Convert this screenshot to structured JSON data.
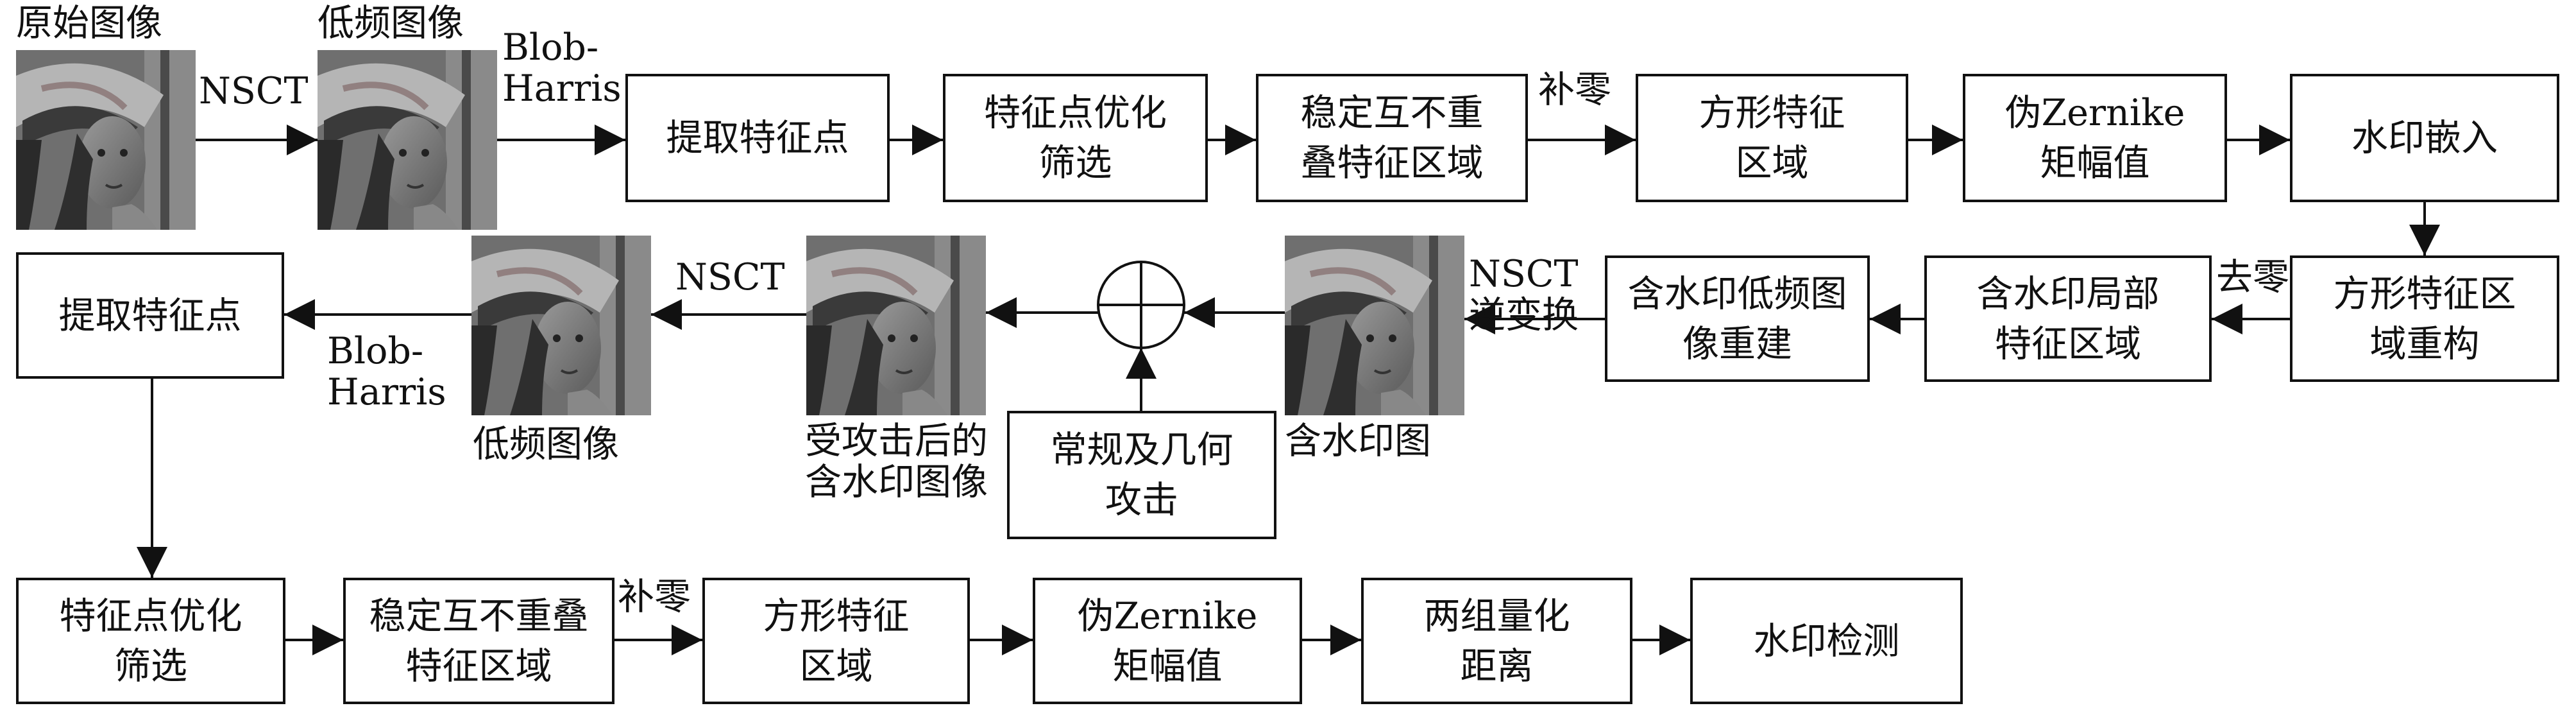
{
  "nodes": {
    "orig_caption": "原始图像",
    "low_caption_top": "低频图像",
    "extract1": "提取特征点",
    "optimize1": "特征点优化\n筛选",
    "stable1": "稳定互不重\n叠特征区域",
    "square1": "方形特征\n区域",
    "zernike1": "伪Zernike\n矩幅值",
    "embed": "水印嵌入",
    "reconstruct": "方形特征区\n域重构",
    "local_region": "含水印局部\n特征区域",
    "low_rebuild": "含水印低频图\n像重建",
    "wm_caption": "含水印图",
    "attack": "常规及几何\n攻击",
    "attacked_caption": "受攻击后的\n含水印图像",
    "low_caption_mid": "低频图像",
    "extract2": "提取特征点",
    "optimize2": "特征点优化\n筛选",
    "stable2": "稳定互不重叠\n特征区域",
    "square2": "方形特征\n区域",
    "zernike2": "伪Zernike\n矩幅值",
    "quant": "两组量化\n距离",
    "detect": "水印检测"
  },
  "edges": {
    "nsct_1": "NSCT",
    "blob_harris_1": "Blob-\nHarris",
    "pad_zero_1": "补零",
    "remove_zero": "去零",
    "nsct_inverse": "NSCT\n逆变换",
    "nsct_2": "NSCT",
    "blob_harris_2": "Blob-\nHarris",
    "pad_zero_2": "补零"
  },
  "thumb_icon": "grayscale-portrait-image"
}
